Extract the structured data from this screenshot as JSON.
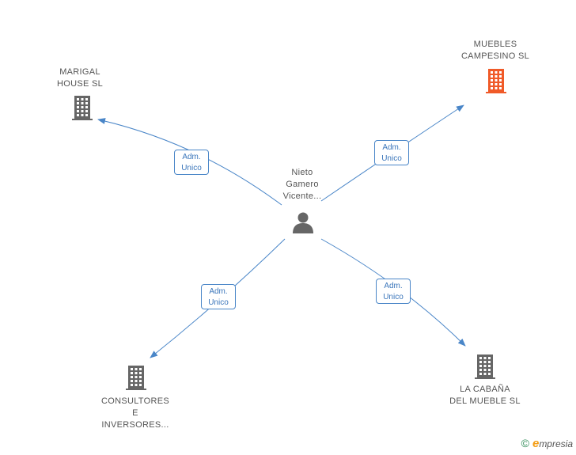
{
  "center": {
    "lines": [
      "Nieto",
      "Gamero",
      "Vicente..."
    ],
    "icon": "person-icon"
  },
  "nodes": [
    {
      "id": "marigal",
      "lines": [
        "MARIGAL",
        "HOUSE SL"
      ],
      "icon": "building-icon",
      "color": "#666666"
    },
    {
      "id": "muebles",
      "lines": [
        "MUEBLES",
        "CAMPESINO SL"
      ],
      "icon": "building-icon",
      "color": "#f05a28"
    },
    {
      "id": "consultores",
      "lines": [
        "CONSULTORES",
        "E",
        "INVERSORES..."
      ],
      "icon": "building-icon",
      "color": "#666666"
    },
    {
      "id": "cabana",
      "lines": [
        "LA CABAÑA",
        "DEL MUEBLE SL"
      ],
      "icon": "building-icon",
      "color": "#666666"
    }
  ],
  "edges": [
    {
      "to": "marigal",
      "lines": [
        "Adm.",
        "Unico"
      ]
    },
    {
      "to": "muebles",
      "lines": [
        "Adm.",
        "Unico"
      ]
    },
    {
      "to": "consultores",
      "lines": [
        "Adm.",
        "Unico"
      ]
    },
    {
      "to": "cabana",
      "lines": [
        "Adm.",
        "Unico"
      ]
    }
  ],
  "colors": {
    "edge": "#4a86c8",
    "label": "#555555"
  },
  "brand": {
    "copyright": "©",
    "initial": "e",
    "rest": "mpresia"
  }
}
